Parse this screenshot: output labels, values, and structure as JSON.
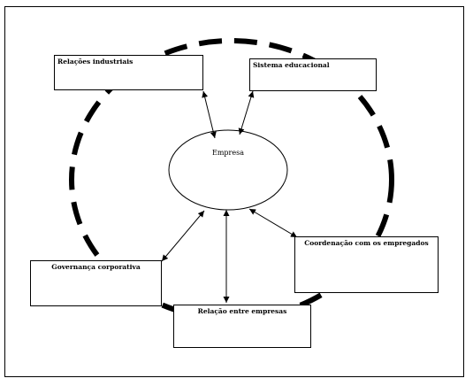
{
  "diagram": {
    "center": {
      "label": "Empresa"
    },
    "nodes": [
      {
        "id": "relacoes-industriais",
        "label": "Relações industriais"
      },
      {
        "id": "sistema-educacional",
        "label": "Sistema educacional"
      },
      {
        "id": "governanca-corporativa",
        "label": "Governança corporativa"
      },
      {
        "id": "relacao-entre-empresas",
        "label": "Relação entre empresas"
      },
      {
        "id": "coordenacao-empregados",
        "label": "Coordenação com os empregados"
      }
    ],
    "connections": [
      {
        "from": "empresa",
        "to": "relacoes-industriais",
        "direction": "both"
      },
      {
        "from": "empresa",
        "to": "sistema-educacional",
        "direction": "both"
      },
      {
        "from": "empresa",
        "to": "governanca-corporativa",
        "direction": "both"
      },
      {
        "from": "empresa",
        "to": "relacao-entre-empresas",
        "direction": "both"
      },
      {
        "from": "empresa",
        "to": "coordenacao-empregados",
        "direction": "both"
      }
    ],
    "outer_ring": {
      "style": "dashed"
    }
  }
}
